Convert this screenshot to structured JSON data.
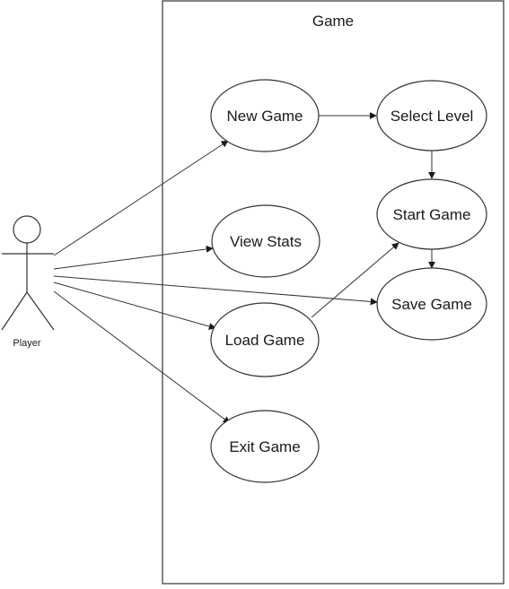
{
  "system": {
    "title": "Game"
  },
  "actor": {
    "name": "Player"
  },
  "use_cases": {
    "new_game": "New Game",
    "select_level": "Select Level",
    "start_game": "Start Game",
    "view_stats": "View Stats",
    "save_game": "Save Game",
    "load_game": "Load Game",
    "exit_game": "Exit Game"
  },
  "associations": [
    {
      "from": "Player",
      "to": "New Game"
    },
    {
      "from": "Player",
      "to": "View Stats"
    },
    {
      "from": "Player",
      "to": "Save Game"
    },
    {
      "from": "Player",
      "to": "Load Game"
    },
    {
      "from": "Player",
      "to": "Exit Game"
    }
  ],
  "flows": [
    {
      "from": "New Game",
      "to": "Select Level"
    },
    {
      "from": "Select Level",
      "to": "Start Game"
    },
    {
      "from": "Start Game",
      "to": "Save Game"
    },
    {
      "from": "Load Game",
      "to": "Start Game"
    }
  ],
  "colors": {
    "stroke": "#333333",
    "text": "#1a1a1a",
    "background": "#ffffff"
  }
}
